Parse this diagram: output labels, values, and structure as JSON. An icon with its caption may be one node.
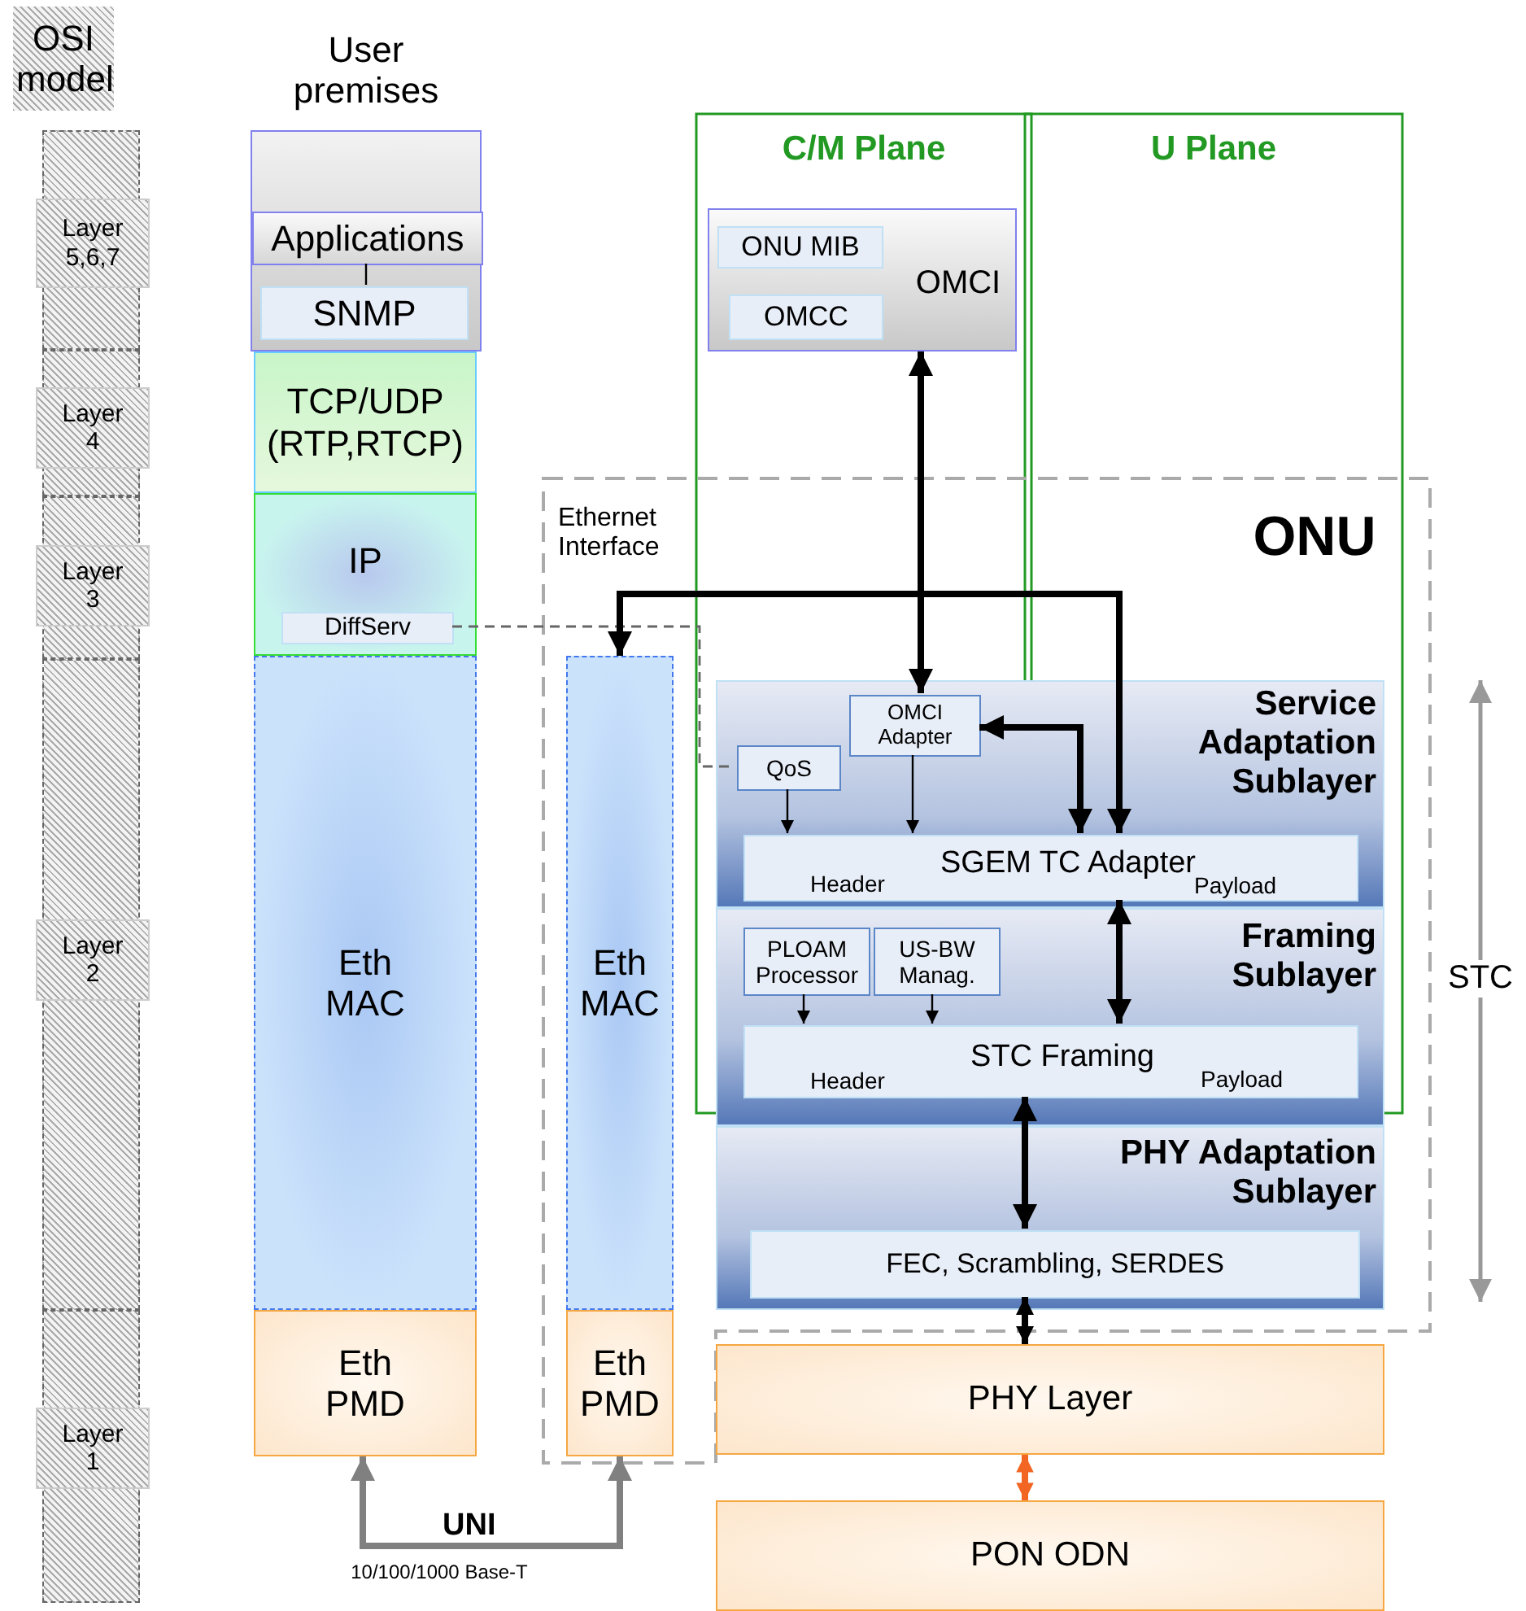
{
  "diagram": {
    "nodes": [
      {
        "text": [
          "OSI model"
        ]
      },
      {
        "text": [
          "Layer 5,6,7"
        ]
      },
      {
        "text": [
          "Layer 4"
        ]
      },
      {
        "text": [
          "Layer 3"
        ]
      },
      {
        "text": [
          "Layer 2"
        ]
      },
      {
        "text": [
          "Layer 1"
        ]
      },
      {
        "text": [],
        "shape": "box"
      },
      {
        "text": [
          "Applications"
        ],
        "in": 6
      },
      {
        "text": [
          "SNMP"
        ],
        "in": 6
      },
      {
        "text": [
          "TCP/UDP (RTP,RTCP)"
        ]
      },
      {
        "text": [
          "IP"
        ]
      },
      {
        "text": [
          "DiffServ"
        ],
        "in": 10
      },
      {
        "text": [
          "Eth MAC"
        ]
      },
      {
        "text": [
          "Eth PMD"
        ]
      },
      {
        "text": [
          "C/M Plane"
        ]
      },
      {
        "text": [
          "U Plane"
        ]
      },
      {
        "text": [
          "OMCI"
        ]
      },
      {
        "text": [
          "ONU MIB"
        ],
        "in": 16
      },
      {
        "text": [
          "OMCC"
        ],
        "in": 16
      },
      {
        "text": [
          "ONU"
        ]
      },
      {
        "text": [
          "Eth MAC"
        ],
        "in": 19
      },
      {
        "text": [
          "Eth PMD"
        ],
        "in": 19
      },
      {
        "text": [
          "Service Adaptation Sublayer"
        ],
        "in": 19
      },
      {
        "text": [
          "OMCI Adapter"
        ],
        "in": 22
      },
      {
        "text": [
          "QoS"
        ],
        "in": 22
      },
      {
        "text": [
          "SGEM TC Adapter",
          "Header",
          "Payload"
        ],
        "in": 22
      },
      {
        "text": [
          "Framing Sublayer"
        ],
        "in": 19
      },
      {
        "text": [
          "PLOAM Processor"
        ],
        "in": 26
      },
      {
        "text": [
          "US-BW Manag."
        ],
        "in": 26
      },
      {
        "text": [
          "STC Framing",
          "Header",
          "Payload"
        ],
        "in": 26
      },
      {
        "text": [
          "PHY Adaptation Sublayer"
        ],
        "in": 19
      },
      {
        "text": [
          "FEC, Scrambling, SERDES"
        ],
        "in": 30
      },
      {
        "text": [
          "PHY Layer"
        ]
      },
      {
        "text": [
          "PON ODN"
        ]
      }
    ],
    "edges": [
      {
        "from": 7,
        "to": 8,
        "arrow": "none"
      },
      {
        "from": 11,
        "to": 24,
        "arrow": "none",
        "style": "dashed",
        "color": "#666666"
      },
      {
        "from": 16,
        "to": 23,
        "arrow": "both"
      },
      {
        "from": 20,
        "to": 25,
        "arrow": "both"
      },
      {
        "from": 23,
        "to": 25,
        "arrow": "both"
      },
      {
        "from": 24,
        "to": 25,
        "arrow": "to"
      },
      {
        "from": 23,
        "to": 25,
        "arrow": "to"
      },
      {
        "from": 25,
        "to": 29,
        "arrow": "both"
      },
      {
        "from": 27,
        "to": 29,
        "arrow": "to"
      },
      {
        "from": 28,
        "to": 29,
        "arrow": "to"
      },
      {
        "from": 29,
        "to": 31,
        "arrow": "both"
      },
      {
        "from": 31,
        "to": 32,
        "arrow": "both"
      },
      {
        "from": 32,
        "to": 33,
        "arrow": "both",
        "color": "#f26522"
      },
      {
        "from": 13,
        "to": 21,
        "arrow": "both",
        "color": "#808080",
        "label": "UNI"
      }
    ],
    "labels": [
      "User premises",
      "Ethernet Interface",
      "STC",
      "10/100/1000 Base-T"
    ]
  }
}
